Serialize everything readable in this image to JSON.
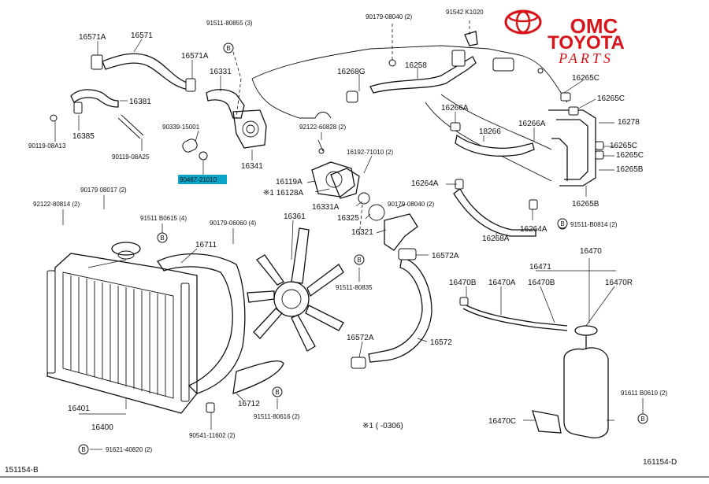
{
  "brand": {
    "mark": "OMC",
    "name": "TOYOTA",
    "sub": "PARTS",
    "color": "#d8141b"
  },
  "diagram": {
    "corner_left": "151154-B",
    "corner_right": "161154-D",
    "note": "※1 (    -0306)",
    "highlight_color": "#0aa6c9",
    "labels": {
      "p16571A": "16571A",
      "p16571": "16571",
      "p16571A2": "16571A",
      "p91511_80855": "91511-80855 (3)",
      "p16331": "16331",
      "p16381": "16381",
      "p16385": "16385",
      "p90119_08A13": "90119-08A13",
      "p90119_08A25": "90119-08A25",
      "p90339_15001": "90339-15001",
      "p90467_21010": "90467-21010",
      "p16341": "16341",
      "p90179_08040a": "90179-08040 (2)",
      "p91542_K1020": "91542 K1020",
      "p16268G": "16268G",
      "p16258": "16258",
      "p92122_60828": "92122-60828 (2)",
      "p16192_71010": "16192-71010 (2)",
      "p16119A": "16119A",
      "p116128A": "※1 16128A",
      "p16331A": "16331A",
      "p90179_08040b": "90179-08040 (2)",
      "p16325": "16325",
      "p16321": "16321",
      "p16266A": "16266A",
      "p18266": "18266",
      "p16266A2": "16266A",
      "p16265C_1": "16265C",
      "p16265C_2": "16265C",
      "p16278": "16278",
      "p16265C_3": "16265C",
      "p16265C_4": "16265C",
      "p16265B": "16265B",
      "p16265B2": "16265B",
      "p16264A": "16264A",
      "p16264A2": "16264A",
      "p16268A": "16268A",
      "p91511_B0814": "91511-B0814 (2)",
      "p90179_08017": "90179 08017 (2)",
      "p92122_80814": "92122-80814 (2)",
      "p91511_B0615": "91511 B0615 (4)",
      "p90179_06060": "90179-06060 (4)",
      "p16361": "16361",
      "p16711": "16711",
      "p16572A": "16572A",
      "p91511_80835": "91511-80835",
      "p16572A2": "16572A",
      "p16572": "16572",
      "p16470": "16470",
      "p16471": "16471",
      "p16470B": "16470B",
      "p16470A": "16470A",
      "p16470B2": "16470B",
      "p16470R": "16470R",
      "p16401": "16401",
      "p16400": "16400",
      "p16712": "16712",
      "p91511_80616": "91511-80616 (2)",
      "p90541_11602": "90541-11602 (2)",
      "p91621_40820": "91621-40820 (2)",
      "p91611_B0610": "91611 B0610 (2)",
      "p16470C": "16470C",
      "b": "B"
    }
  }
}
